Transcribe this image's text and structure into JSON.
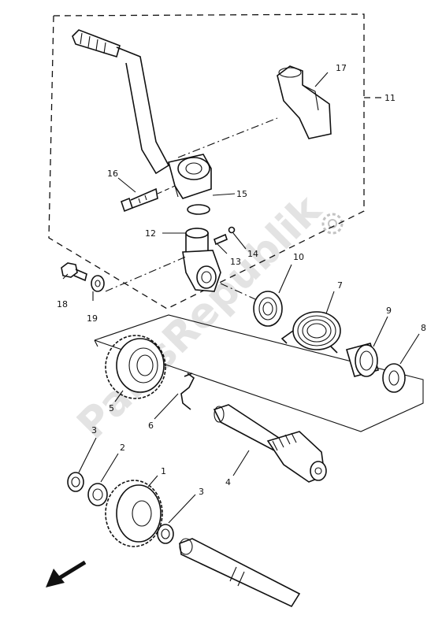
{
  "watermark": "PartsRepublik",
  "callouts": {
    "c1": "1",
    "c2": "2",
    "c3a": "3",
    "c3b": "3",
    "c4": "4",
    "c5": "5",
    "c6": "6",
    "c7": "7",
    "c8": "8",
    "c9": "9",
    "c10": "10",
    "c11": "11",
    "c12": "12",
    "c13": "13",
    "c14": "14",
    "c15": "15",
    "c16": "16",
    "c17": "17",
    "c18": "18",
    "c19": "19"
  },
  "icons": {
    "front_arrow": "arrow-icon",
    "gear_logo": "gear-icon"
  }
}
